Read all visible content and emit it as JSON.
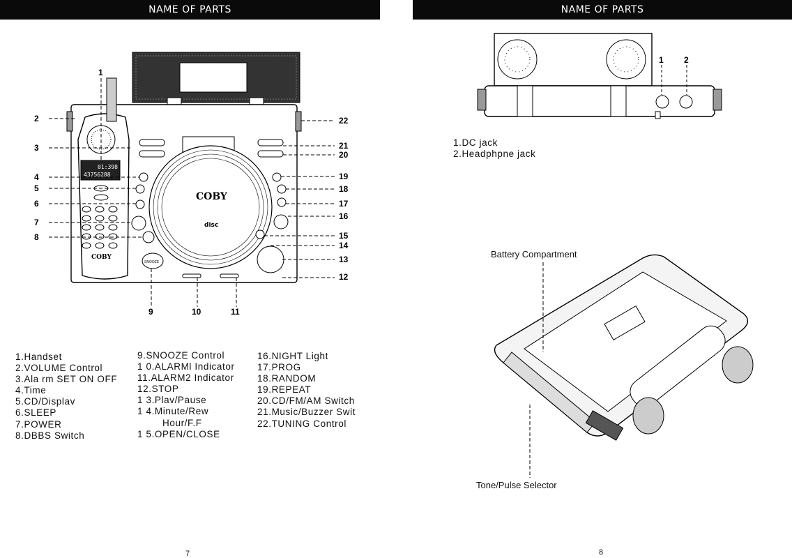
{
  "left_page": {
    "header": "NAME OF PARTS",
    "callouts": [
      "1",
      "2",
      "3",
      "4",
      "5",
      "6",
      "7",
      "8",
      "9",
      "10",
      "11",
      "12",
      "13",
      "14",
      "15",
      "16",
      "17",
      "18",
      "19",
      "20",
      "21",
      "22"
    ],
    "device_text": {
      "brand": "COBY",
      "disc_logo": "disc",
      "snooze": "SNOOZE",
      "lcd_line1": "01:398",
      "lcd_line2": "43756288"
    },
    "parts_col1": [
      "1.Handset",
      "2.VOLUME Control",
      "3.Ala rm SET ON OFF",
      "4.Time",
      "5.CD/Displav",
      "6.SLEEP",
      "7.POWER",
      "8.DBBS Switch"
    ],
    "parts_col2": [
      "9.SNOOZE Control",
      "1 0.ALARMl Indicator",
      "11.ALARM2 Indicator",
      "12.STOP",
      "1 3.Plav/Pause",
      "1 4.Minute/Rew",
      "Hour/F.F",
      "1 5.OPEN/CLOSE"
    ],
    "parts_col3": [
      "16.NIGHT Light",
      "17.PROG",
      "18.RANDOM",
      "19.REPEAT",
      "20.CD/FM/AM Switch",
      "21.Music/Buzzer Swit",
      "22.TUNING Control"
    ],
    "page_number": "7"
  },
  "right_page": {
    "header": "NAME OF PARTS",
    "callouts": [
      "1",
      "2"
    ],
    "parts": [
      "1.DC jack",
      "2.Headphpne jack"
    ],
    "battery_label": "Battery Compartment",
    "tone_label": "Tone/Pulse Selector",
    "page_number": "8"
  }
}
